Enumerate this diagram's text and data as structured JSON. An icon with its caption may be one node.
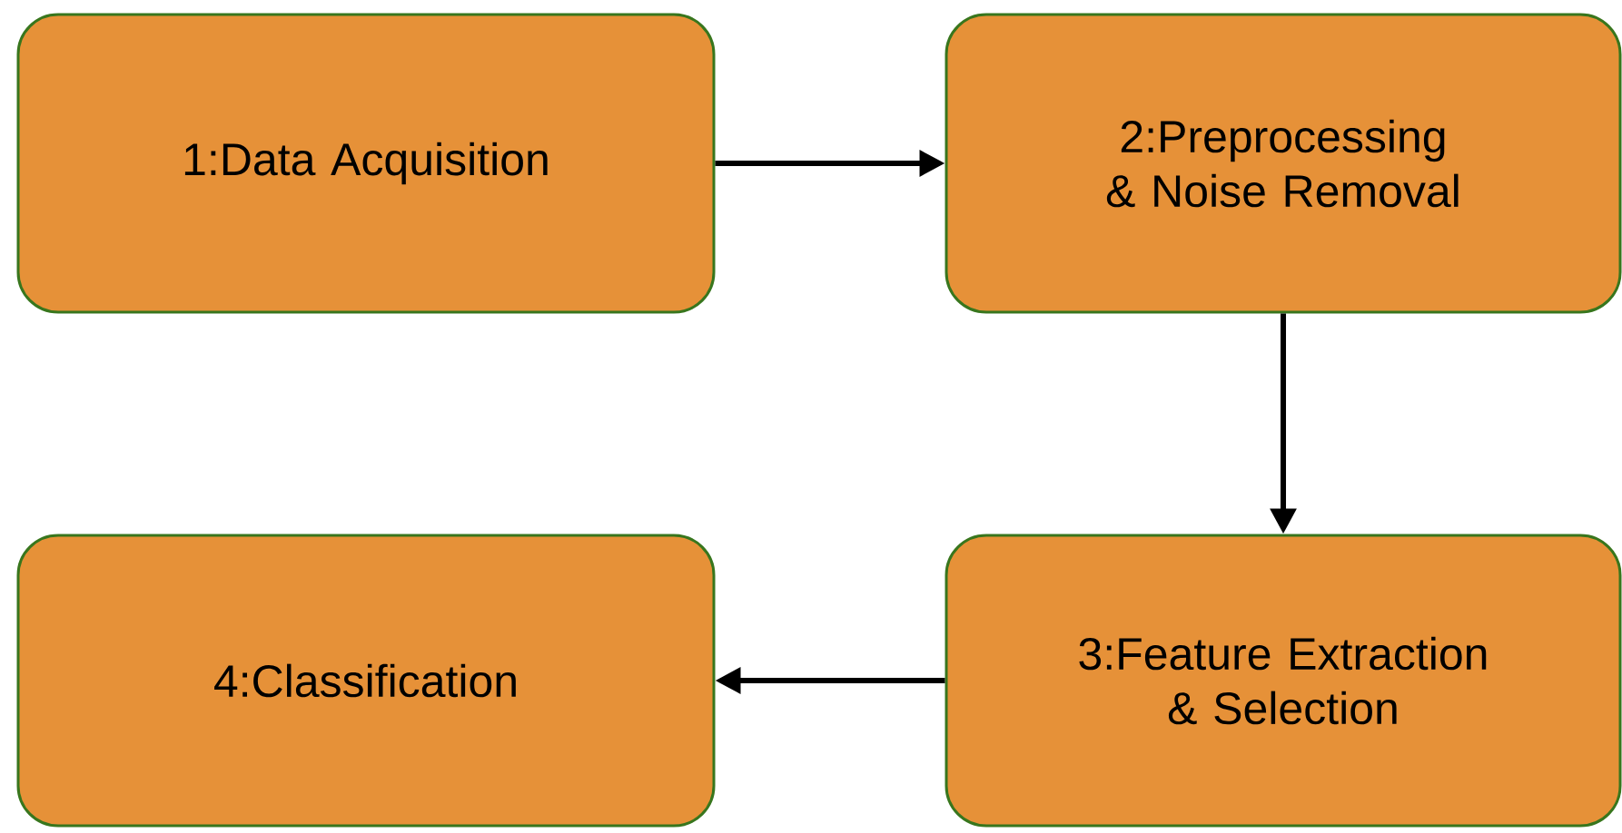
{
  "diagram": {
    "nodes": [
      {
        "text": [
          "1:Data Acquisition"
        ]
      },
      {
        "text": [
          "2:Preprocessing & Noise Removal"
        ]
      },
      {
        "text": [
          "3:Feature Extraction & Selection"
        ]
      },
      {
        "text": [
          "4:Classification"
        ]
      }
    ],
    "edges": [
      {
        "from": 0,
        "to": 1,
        "arrow": "to"
      },
      {
        "from": 1,
        "to": 2,
        "arrow": "to"
      },
      {
        "from": 2,
        "to": 3,
        "arrow": "to"
      }
    ]
  }
}
